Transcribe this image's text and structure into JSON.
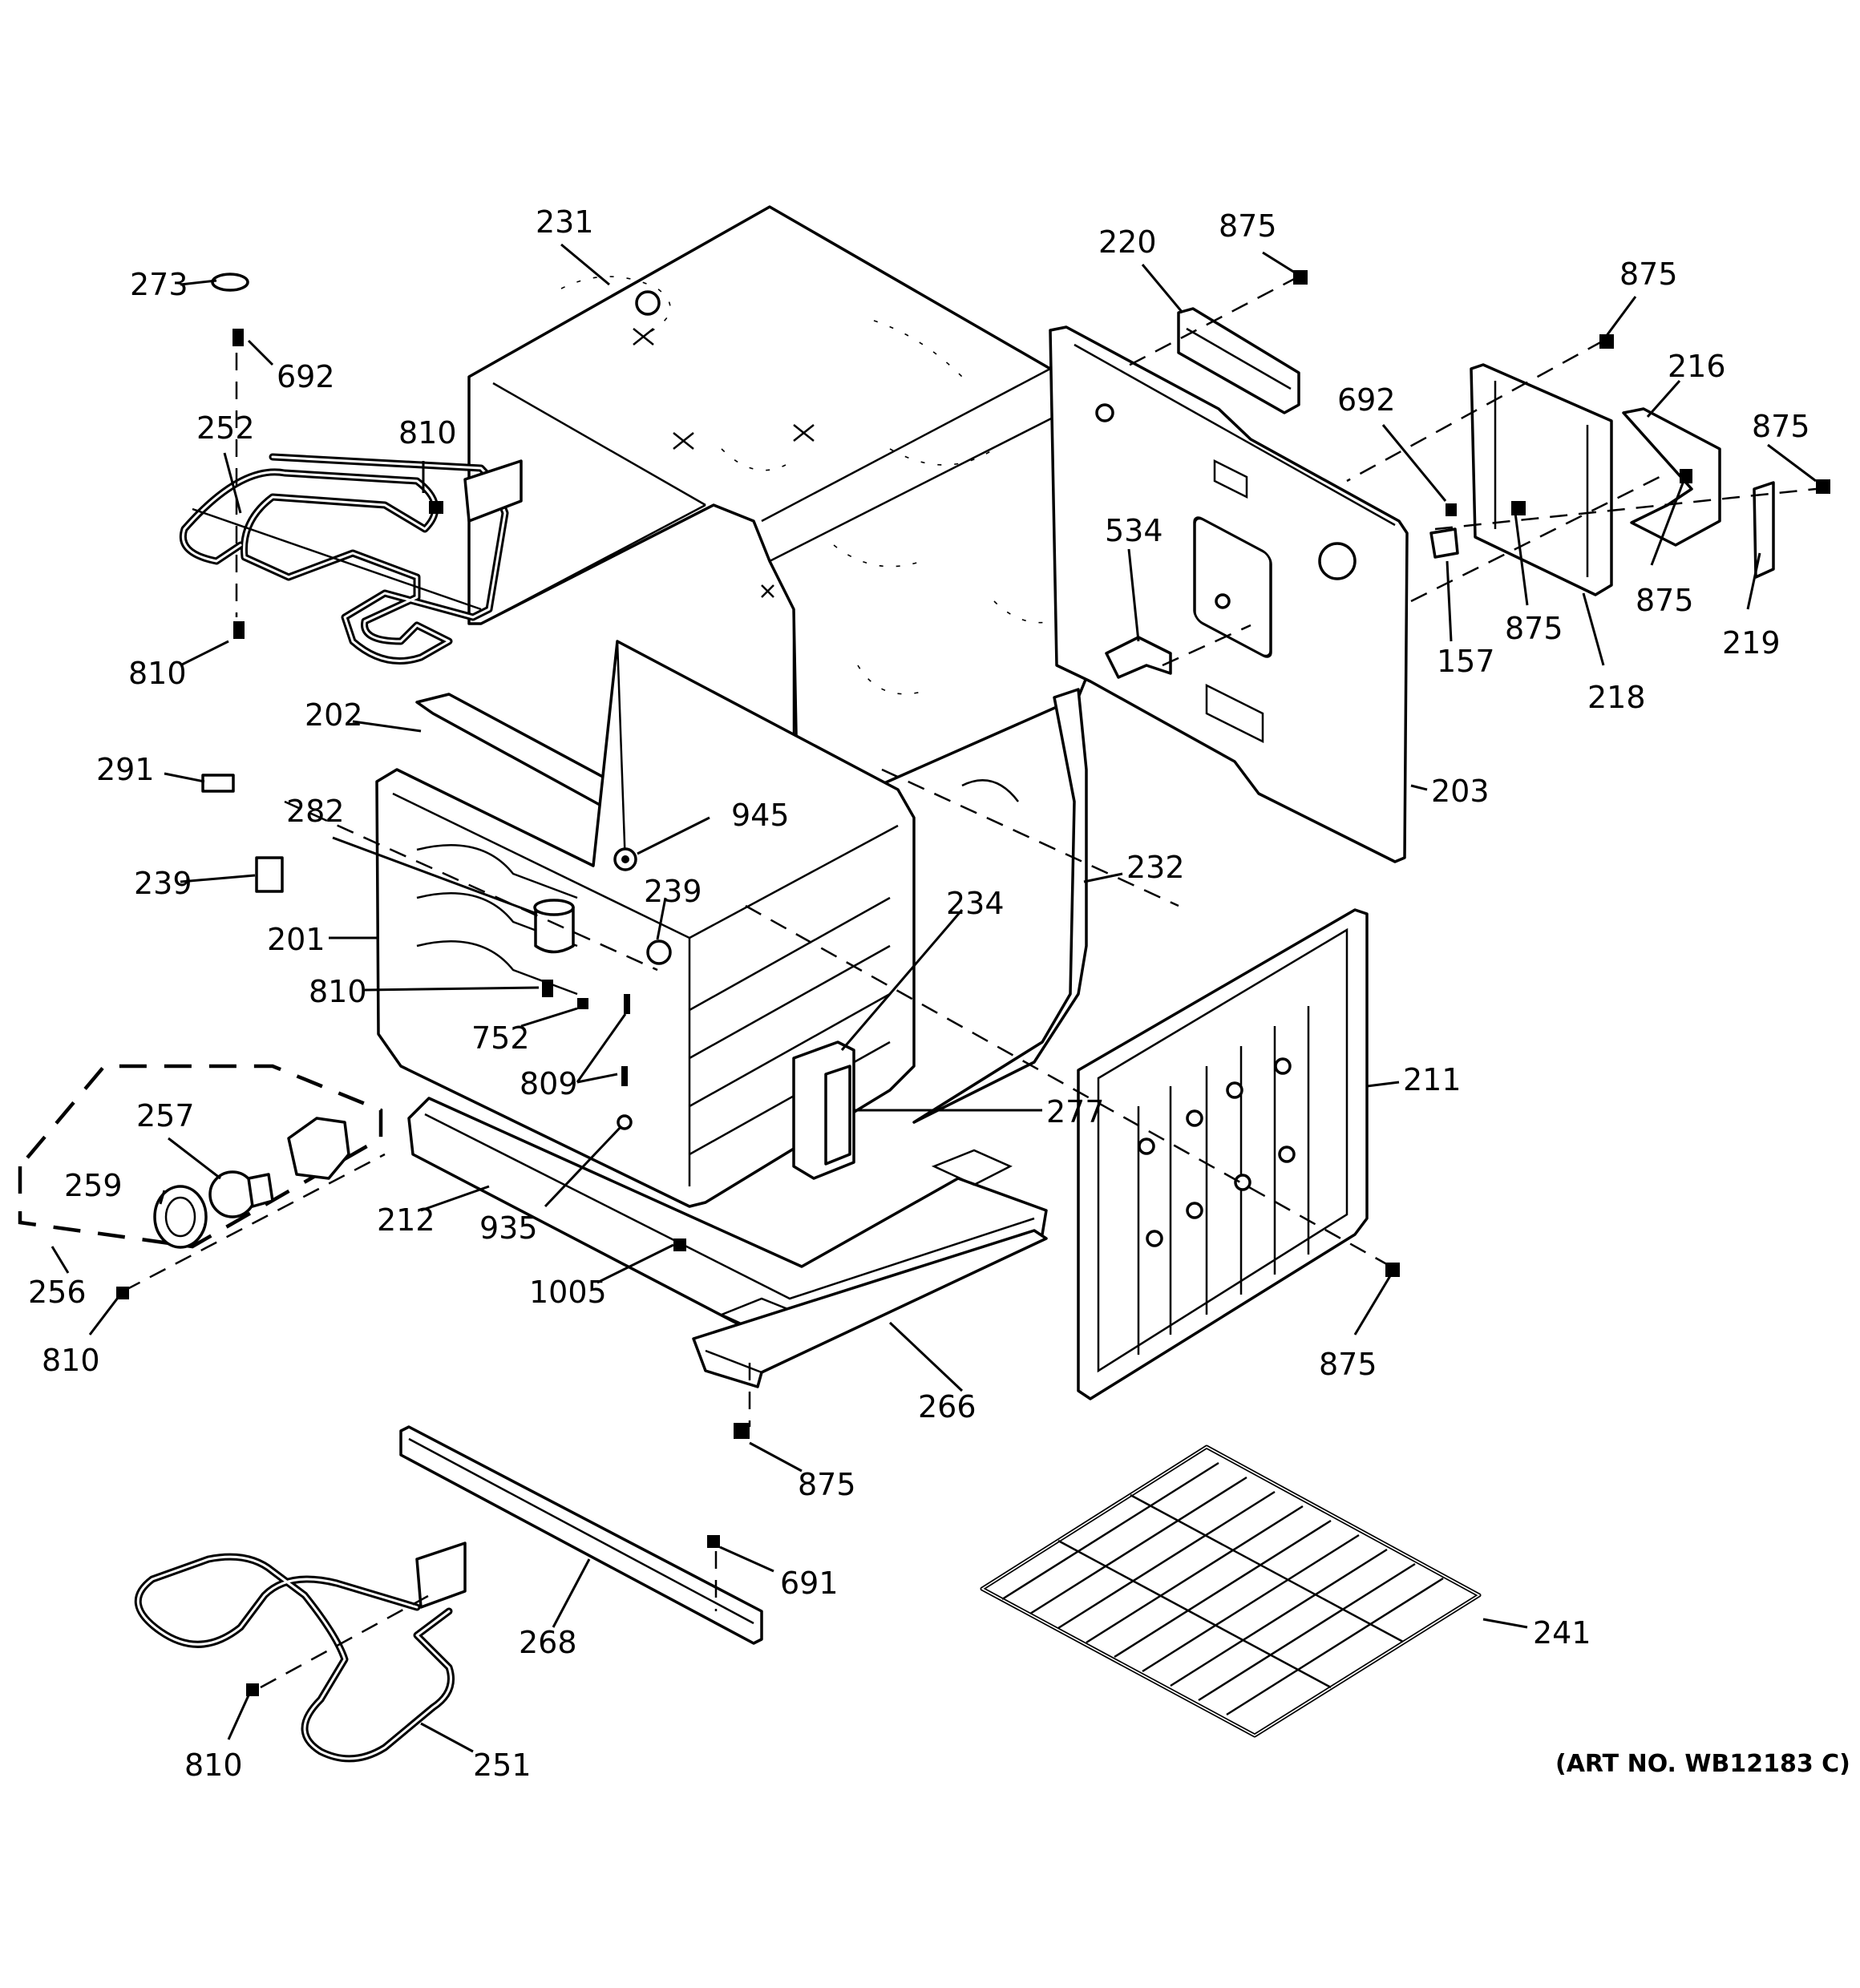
{
  "labels": [
    {
      "text": "231"
    },
    {
      "text": "273"
    },
    {
      "text": "692"
    },
    {
      "text": "252"
    },
    {
      "text": "810"
    },
    {
      "text": "810"
    },
    {
      "text": "202"
    },
    {
      "text": "291"
    },
    {
      "text": "282"
    },
    {
      "text": "945"
    },
    {
      "text": "239"
    },
    {
      "text": "239"
    },
    {
      "text": "201"
    },
    {
      "text": "810"
    },
    {
      "text": "752"
    },
    {
      "text": "809"
    },
    {
      "text": "257"
    },
    {
      "text": "259"
    },
    {
      "text": "212"
    },
    {
      "text": "935"
    },
    {
      "text": "256"
    },
    {
      "text": "810"
    },
    {
      "text": "1005"
    },
    {
      "text": "220"
    },
    {
      "text": "875"
    },
    {
      "text": "875"
    },
    {
      "text": "216"
    },
    {
      "text": "875"
    },
    {
      "text": "692"
    },
    {
      "text": "534"
    },
    {
      "text": "157"
    },
    {
      "text": "875"
    },
    {
      "text": "875"
    },
    {
      "text": "218"
    },
    {
      "text": "219"
    },
    {
      "text": "203"
    },
    {
      "text": "232"
    },
    {
      "text": "234"
    },
    {
      "text": "211"
    },
    {
      "text": "277"
    },
    {
      "text": "875"
    },
    {
      "text": "266"
    },
    {
      "text": "875"
    },
    {
      "text": "691"
    },
    {
      "text": "268"
    },
    {
      "text": "241"
    },
    {
      "text": "810"
    },
    {
      "text": "251"
    }
  ],
  "art_number": "(ART NO. WB12183 C)"
}
